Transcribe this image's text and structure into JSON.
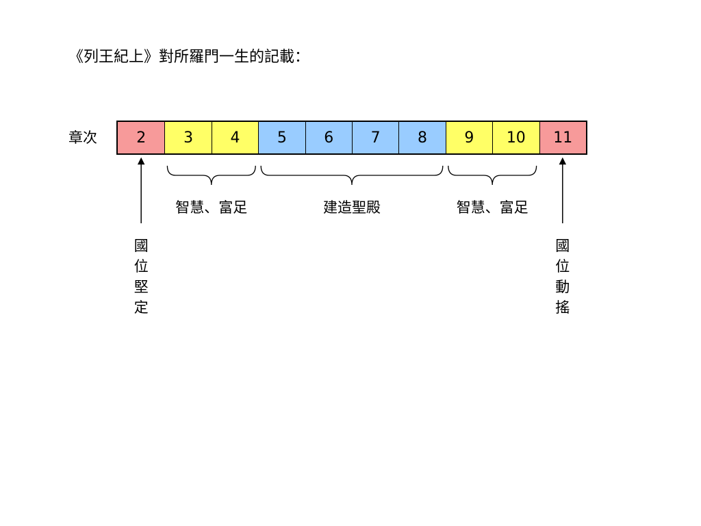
{
  "title": "《列王紀上》對所羅門一生的記載：",
  "row_label": "章次",
  "chapters": [
    {
      "label": "2",
      "color": "#f79a9a"
    },
    {
      "label": "3",
      "color": "#ffff66"
    },
    {
      "label": "4",
      "color": "#ffff66"
    },
    {
      "label": "5",
      "color": "#99ccff"
    },
    {
      "label": "6",
      "color": "#99ccff"
    },
    {
      "label": "7",
      "color": "#99ccff"
    },
    {
      "label": "8",
      "color": "#99ccff"
    },
    {
      "label": "9",
      "color": "#ffff66"
    },
    {
      "label": "10",
      "color": "#ffff66"
    },
    {
      "label": "11",
      "color": "#f79a9a"
    }
  ],
  "groups": [
    {
      "label": "智慧、富足",
      "from": "3",
      "to": "4"
    },
    {
      "label": "建造聖殿",
      "from": "5",
      "to": "8"
    },
    {
      "label": "智慧、富足",
      "from": "9",
      "to": "10"
    }
  ],
  "markers": [
    {
      "chapter": "2",
      "text": "國位堅定"
    },
    {
      "chapter": "11",
      "text": "國位動搖"
    }
  ]
}
